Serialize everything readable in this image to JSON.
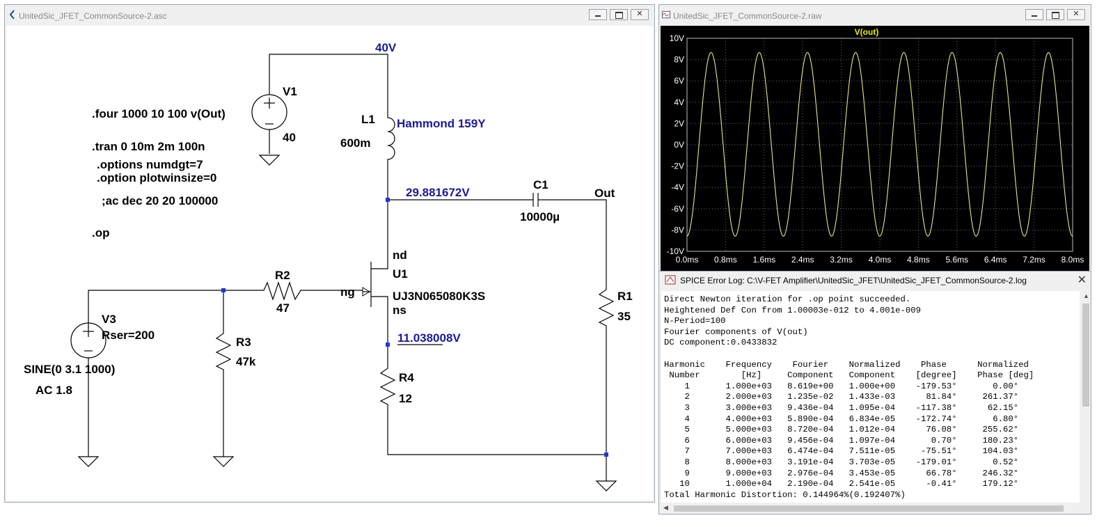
{
  "schematic_window": {
    "title": "UnitedSic_JFET_CommonSource-2.asc",
    "labels": {
      "supply_node": "40V",
      "v1_name": "V1",
      "v1_value": "40",
      "l1_name": "L1",
      "l1_model": "Hammond 159Y",
      "l1_value": "600m",
      "drain_voltage": "29.881672V",
      "c1_name": "C1",
      "c1_value": "10000µ",
      "out_label": "Out",
      "nd_label": "nd",
      "u1_name": "U1",
      "u1_model": "UJ3N065080K3S",
      "ns_label": "ns",
      "ng_label": "ng",
      "r2_name": "R2",
      "r2_value": "47",
      "r1_name": "R1",
      "r1_value": "35",
      "v3_name": "V3",
      "v3_rser": "Rser=200",
      "v3_sine": "SINE(0 3.1 1000)",
      "v3_ac": "AC 1.8",
      "r3_name": "R3",
      "r3_value": "47k",
      "source_voltage": "11.038008V",
      "r4_name": "R4",
      "r4_value": "12"
    },
    "directives": [
      ".four 1000 10 100 v(Out)",
      ".tran 0 10m 2m 100n",
      ".options numdgt=7",
      ".option plotwinsize=0",
      ";ac dec 20 20 100000",
      ".op"
    ]
  },
  "waveform_window": {
    "title": "UnitedSic_JFET_CommonSource-2.raw",
    "trace_label": "V(out)",
    "y_ticks": [
      "10V",
      "8V",
      "6V",
      "4V",
      "2V",
      "0V",
      "-2V",
      "-4V",
      "-6V",
      "-8V",
      "-10V"
    ],
    "x_ticks": [
      "0.0ms",
      "0.8ms",
      "1.6ms",
      "2.4ms",
      "3.2ms",
      "4.0ms",
      "4.8ms",
      "5.6ms",
      "6.4ms",
      "7.2ms",
      "8.0ms"
    ],
    "colors": {
      "background": "#000000",
      "trace": "#e6e68c",
      "grid": "#6a6a6a",
      "label": "#f0f000"
    }
  },
  "chart_data": {
    "type": "line",
    "title": "V(out)",
    "series": [
      {
        "name": "V(out)",
        "amplitude": 8.619,
        "frequency_hz": 1000,
        "phase_deg": -179.53,
        "dc_offset": 0.0433832
      }
    ],
    "xlim": [
      0,
      8.0
    ],
    "x_unit": "ms",
    "ylim": [
      -10,
      10
    ],
    "y_unit": "V",
    "grid": true
  },
  "error_log": {
    "title": "SPICE Error Log: C:\\V-FET Amplifier\\UnitedSic_JFET\\UnitedSic_JFET_CommonSource-2.log",
    "lines": [
      "Direct Newton iteration for .op point succeeded.",
      "Heightened Def Con from 1.00003e-012 to 4.001e-009",
      "N-Period=100",
      "Fourier components of V(out)",
      "DC component:0.0433832",
      "",
      "Harmonic    Frequency    Fourier    Normalized    Phase      Normalized",
      " Number        [Hz]     Component   Component    [degree]    Phase [deg]",
      "    1       1.000e+03   8.619e+00   1.000e+00    -179.53°       0.00°",
      "    2       2.000e+03   1.235e-02   1.433e-03      81.84°     261.37°",
      "    3       3.000e+03   9.436e-04   1.095e-04    -117.38°      62.15°",
      "    4       4.000e+03   5.890e-04   6.834e-05    -172.74°       6.80°",
      "    5       5.000e+03   8.720e-04   1.012e-04      76.08°     255.62°",
      "    6       6.000e+03   9.456e-04   1.097e-04       0.70°     180.23°",
      "    7       7.000e+03   6.474e-04   7.511e-05     -75.51°     104.03°",
      "    8       8.000e+03   3.191e-04   3.703e-05    -179.01°       0.52°",
      "    9       9.000e+03   2.976e-04   3.453e-05      66.78°     246.32°",
      "   10       1.000e+04   2.190e-04   2.541e-05      -0.41°     179.12°",
      "Total Harmonic Distortion: 0.144964%(0.192407%)"
    ]
  }
}
